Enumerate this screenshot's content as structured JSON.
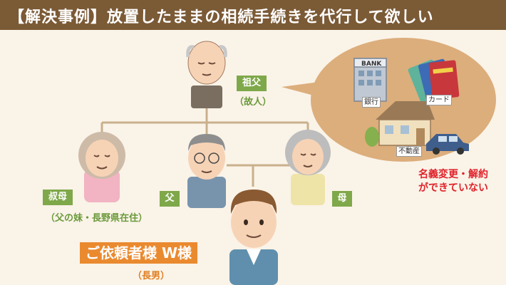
{
  "header": {
    "title": "【解決事例】放置したままの相続手続きを代行して欲しい"
  },
  "people": {
    "grandfather": {
      "role": "祖父",
      "note": "（故人）"
    },
    "aunt": {
      "role": "叔母",
      "note": "（父の妹・長野県在住）"
    },
    "father": {
      "role": "父"
    },
    "mother": {
      "role": "母"
    },
    "client": {
      "name": "ご依頼者様 W様",
      "note": "（長男）"
    }
  },
  "bubble": {
    "bank_sign": "BANK",
    "bank_label": "銀行",
    "card_label": "カード",
    "house_label": "不動産",
    "status_line1": "名義変更・解約",
    "status_line2": "ができていない"
  },
  "colors": {
    "header_bg": "#7b5a36",
    "green": "#7fa84a",
    "orange": "#ea8a2f",
    "red": "#e0222a",
    "bubble": "#dcae7c"
  }
}
